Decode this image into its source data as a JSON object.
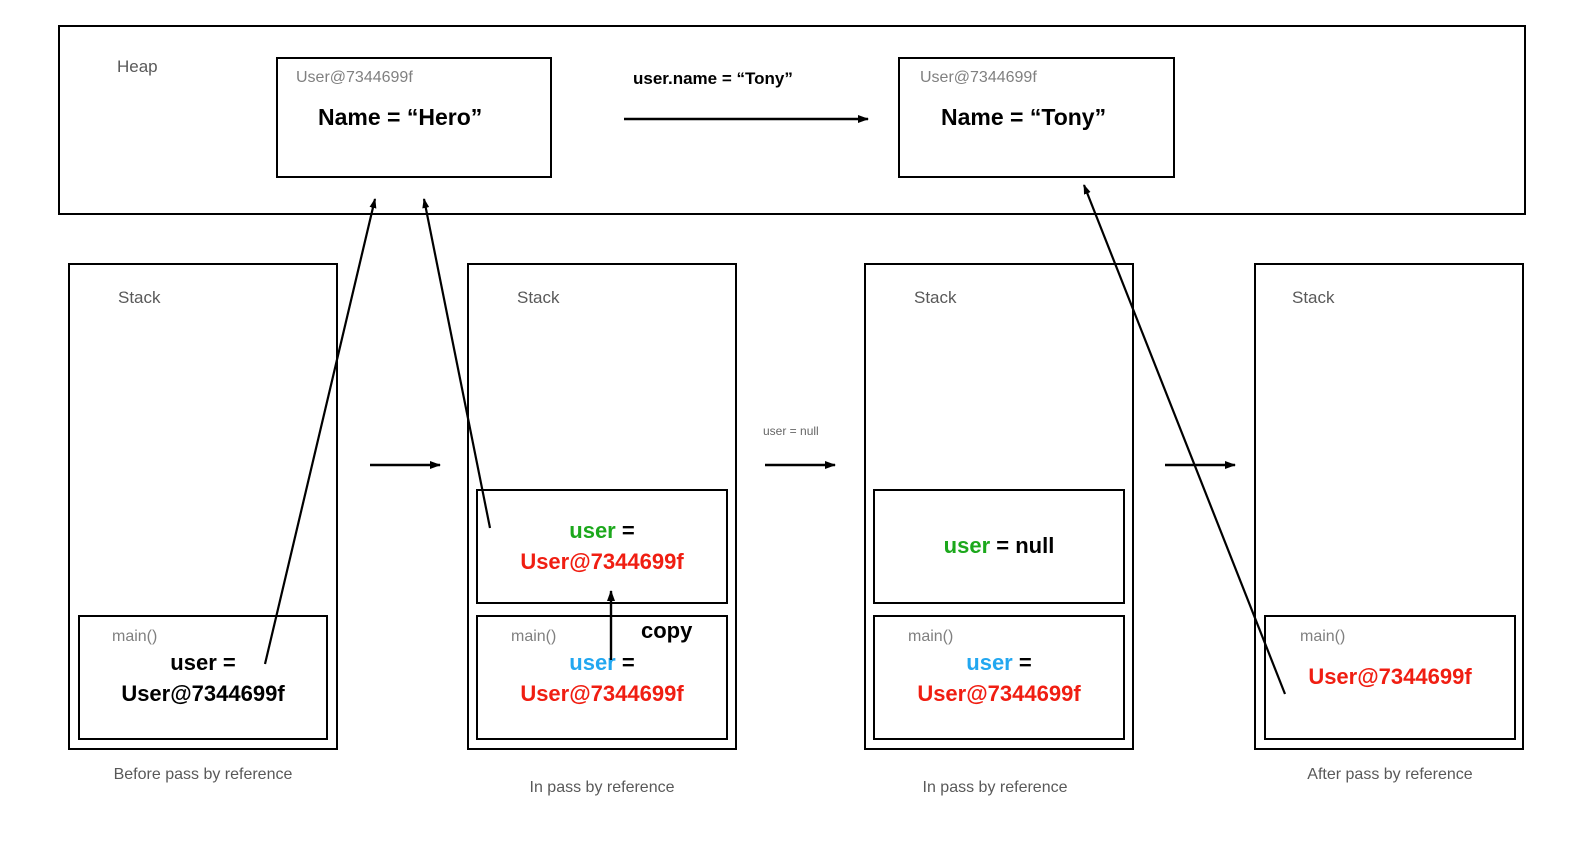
{
  "heap": {
    "label": "Heap",
    "objects": [
      {
        "id": "User@7344699f",
        "value": "Name = “Hero”"
      },
      {
        "id": "User@7344699f",
        "value": "Name = “Tony”"
      }
    ],
    "mutation_label": "user.name = “Tony”"
  },
  "transitions": [
    {
      "label": ""
    },
    {
      "label": "user = null"
    },
    {
      "label": ""
    }
  ],
  "panels": [
    {
      "region_label": "Stack",
      "caption": "Before pass by reference",
      "frames": [
        {
          "name": "main()",
          "lines": [
            {
              "parts": [
                {
                  "text": "user =",
                  "color": "black"
                }
              ]
            },
            {
              "parts": [
                {
                  "text": "User@7344699f",
                  "color": "black"
                }
              ]
            }
          ]
        }
      ]
    },
    {
      "region_label": "Stack",
      "caption": "In pass by reference",
      "copy_label": "copy",
      "frames": [
        {
          "name": "",
          "lines": [
            {
              "parts": [
                {
                  "text": "user",
                  "color": "green"
                },
                {
                  "text": " =",
                  "color": "black"
                }
              ]
            },
            {
              "parts": [
                {
                  "text": "User@7344699f",
                  "color": "red"
                }
              ]
            }
          ]
        },
        {
          "name": "main()",
          "lines": [
            {
              "parts": [
                {
                  "text": "user",
                  "color": "blue"
                },
                {
                  "text": " =",
                  "color": "black"
                }
              ]
            },
            {
              "parts": [
                {
                  "text": "User@7344699f",
                  "color": "red"
                }
              ]
            }
          ]
        }
      ]
    },
    {
      "region_label": "Stack",
      "caption": "In pass by reference",
      "frames": [
        {
          "name": "",
          "lines": [
            {
              "parts": [
                {
                  "text": "user",
                  "color": "green"
                },
                {
                  "text": " = null",
                  "color": "black"
                }
              ]
            }
          ]
        },
        {
          "name": "main()",
          "lines": [
            {
              "parts": [
                {
                  "text": "user",
                  "color": "blue"
                },
                {
                  "text": " =",
                  "color": "black"
                }
              ]
            },
            {
              "parts": [
                {
                  "text": "User@7344699f",
                  "color": "red"
                }
              ]
            }
          ]
        }
      ]
    },
    {
      "region_label": "Stack",
      "caption": "After pass by reference",
      "frames": [
        {
          "name": "main()",
          "lines": [
            {
              "parts": [
                {
                  "text": "User@7344699f",
                  "color": "red"
                }
              ]
            }
          ]
        }
      ]
    }
  ],
  "colors": {
    "green": "#1CA81C",
    "blue": "#22A7F0",
    "red": "#F01E12",
    "black": "#000000",
    "gray_label": "#808080",
    "gray_caption": "#595959",
    "stroke": "#000000"
  }
}
